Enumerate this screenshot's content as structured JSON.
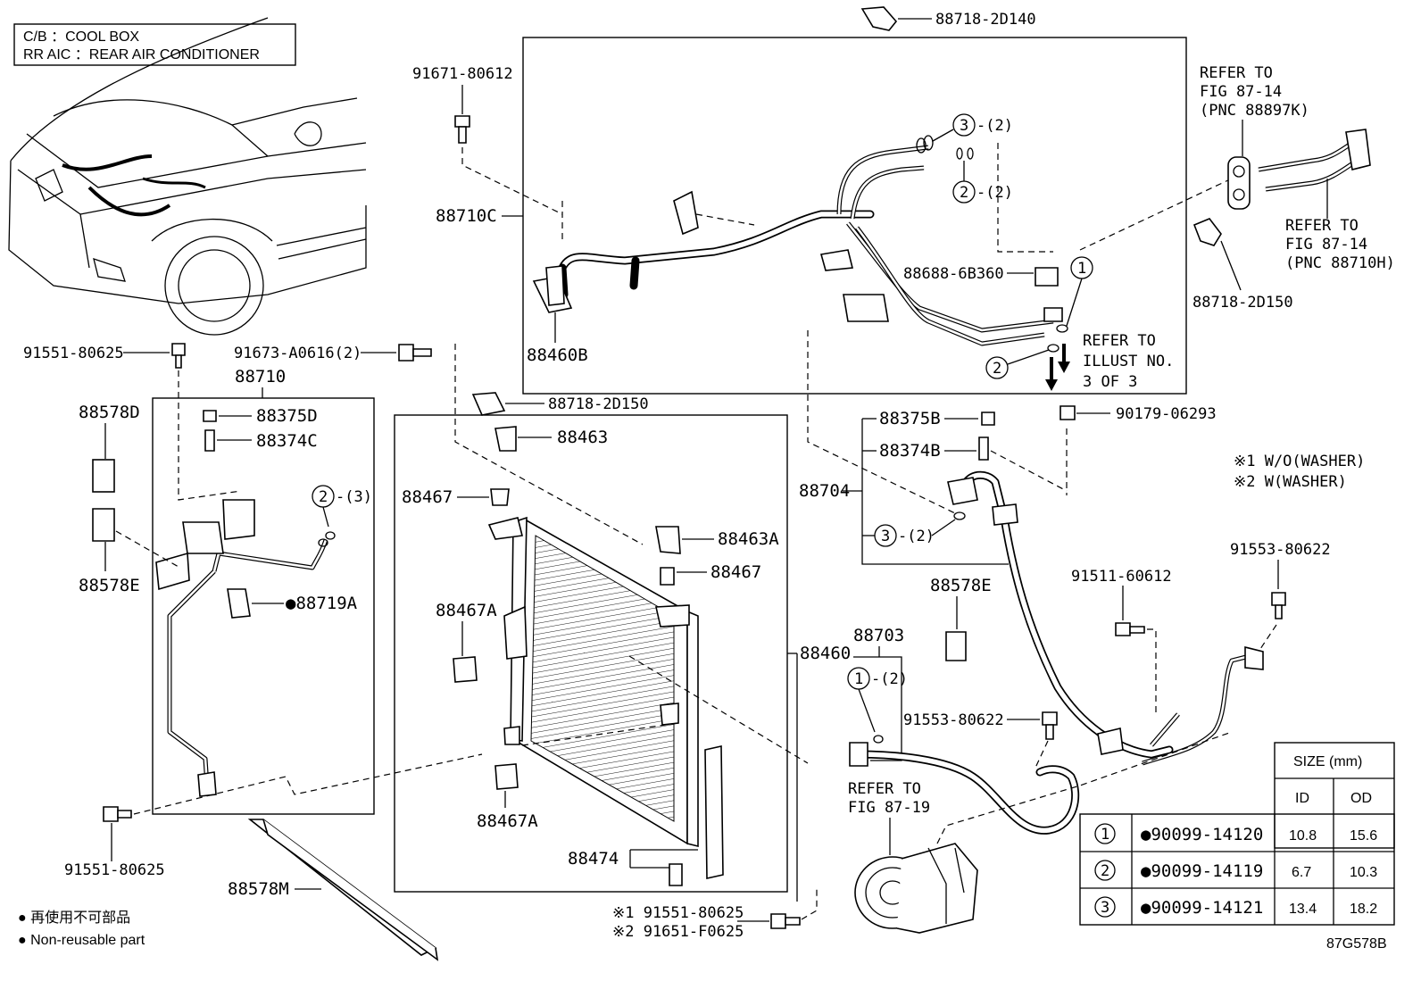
{
  "legend_box": {
    "line1": "C/B ：COOL BOX",
    "line2": "RR AIC ：REAR AIR CONDITIONER"
  },
  "labels": {
    "p88718_2D140": "88718-2D140",
    "p91671_80612": "91671-80612",
    "p88710C": "88710C",
    "p88460B": "88460B",
    "p88688_6B360": "88688-6B360",
    "c3_top": "3",
    "c3_top_qty": "-(2)",
    "c2_top": "2",
    "c2_top_qty": "-(2)",
    "c1_top": "1",
    "c2_mid": "2",
    "refer_illust_1": "REFER TO",
    "refer_illust_2": "ILLUST NO.",
    "refer_illust_3": "3 OF 3",
    "refer_8714a_1": "REFER TO",
    "refer_8714a_2": "FIG 87-14",
    "refer_8714a_3": "(PNC 88897K)",
    "refer_8714b_1": "REFER TO",
    "refer_8714b_2": "FIG 87-14",
    "refer_8714b_3": "(PNC 88710H)",
    "p88718_2D150_r": "88718-2D150",
    "p91551_80625_a": "91551-80625",
    "p91673_A0616": "91673-A0616(2)",
    "p88710": "88710",
    "p88375D": "88375D",
    "p88374C": "88374C",
    "c2_left": "2",
    "c2_left_qty": "-(3)",
    "p88719A": "●88719A",
    "p88578D": "88578D",
    "p88578E_l": "88578E",
    "p91551_80625_b": "91551-80625",
    "p88578M": "88578M",
    "p88718_2D150_m": "88718-2D150",
    "p88463": "88463",
    "p88467_a": "88467",
    "p88463A": "88463A",
    "p88467_b": "88467",
    "p88467A_a": "88467A",
    "p88467A_b": "88467A",
    "p88474": "88474",
    "p88460": "88460",
    "note1_part": "※1 91551-80625",
    "note2_part": "※2 91651-F0625",
    "p88375B": "88375B",
    "p88374B": "88374B",
    "p88704": "88704",
    "c3_mid": "3",
    "c3_mid_qty": "-(2)",
    "p90179_06293": "90179-06293",
    "note_w1": "※1  W/O(WASHER)",
    "note_w2": "※2  W(WASHER)",
    "p88578E_r": "88578E",
    "p91511_60612": "91511-60612",
    "p91553_80622_a": "91553-80622",
    "p88703": "88703",
    "c1_low": "1",
    "c1_low_qty": "-(2)",
    "p91553_80622_b": "91553-80622",
    "refer_8719_1": "REFER TO",
    "refer_8719_2": "FIG 87-19",
    "footnote_jp": "● 再使用不可部品",
    "footnote_en": "● Non-reusable part",
    "fig_code": "87G578B"
  },
  "size_table": {
    "title": "SIZE (mm)",
    "col_id": "ID",
    "col_od": "OD",
    "rows": [
      {
        "key": "1",
        "part": "●90099-14120",
        "id": "10.8",
        "od": "15.6"
      },
      {
        "key": "2",
        "part": "●90099-14119",
        "id": "6.7",
        "od": "10.3"
      },
      {
        "key": "3",
        "part": "●90099-14121",
        "id": "13.4",
        "od": "18.2"
      }
    ]
  }
}
